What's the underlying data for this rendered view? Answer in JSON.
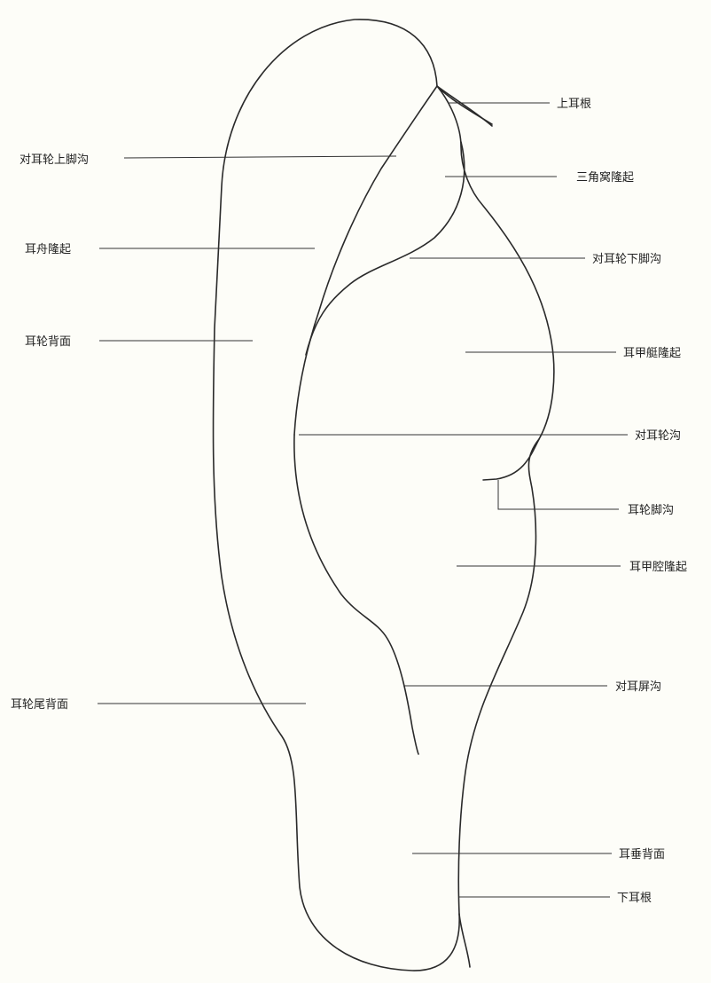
{
  "labels": {
    "shang_er_gen": "上耳根",
    "dui_er_lun_shang_jiao_gou": "对耳轮上脚沟",
    "san_jiao_wo_long_qi": "三角窝隆起",
    "er_zhou_long_qi": "耳舟隆起",
    "dui_er_lun_xia_jiao_gou": "对耳轮下脚沟",
    "er_lun_bei_mian": "耳轮背面",
    "er_jia_ting_long_qi": "耳甲艇隆起",
    "dui_er_lun_gou": "对耳轮沟",
    "er_lun_jiao_gou": "耳轮脚沟",
    "er_jia_qiang_long_qi": "耳甲腔隆起",
    "er_lun_wei_bei_mian": "耳轮尾背面",
    "dui_er_ping_gou": "对耳屏沟",
    "er_chui_bei_mian": "耳垂背面",
    "xia_er_gen": "下耳根"
  }
}
